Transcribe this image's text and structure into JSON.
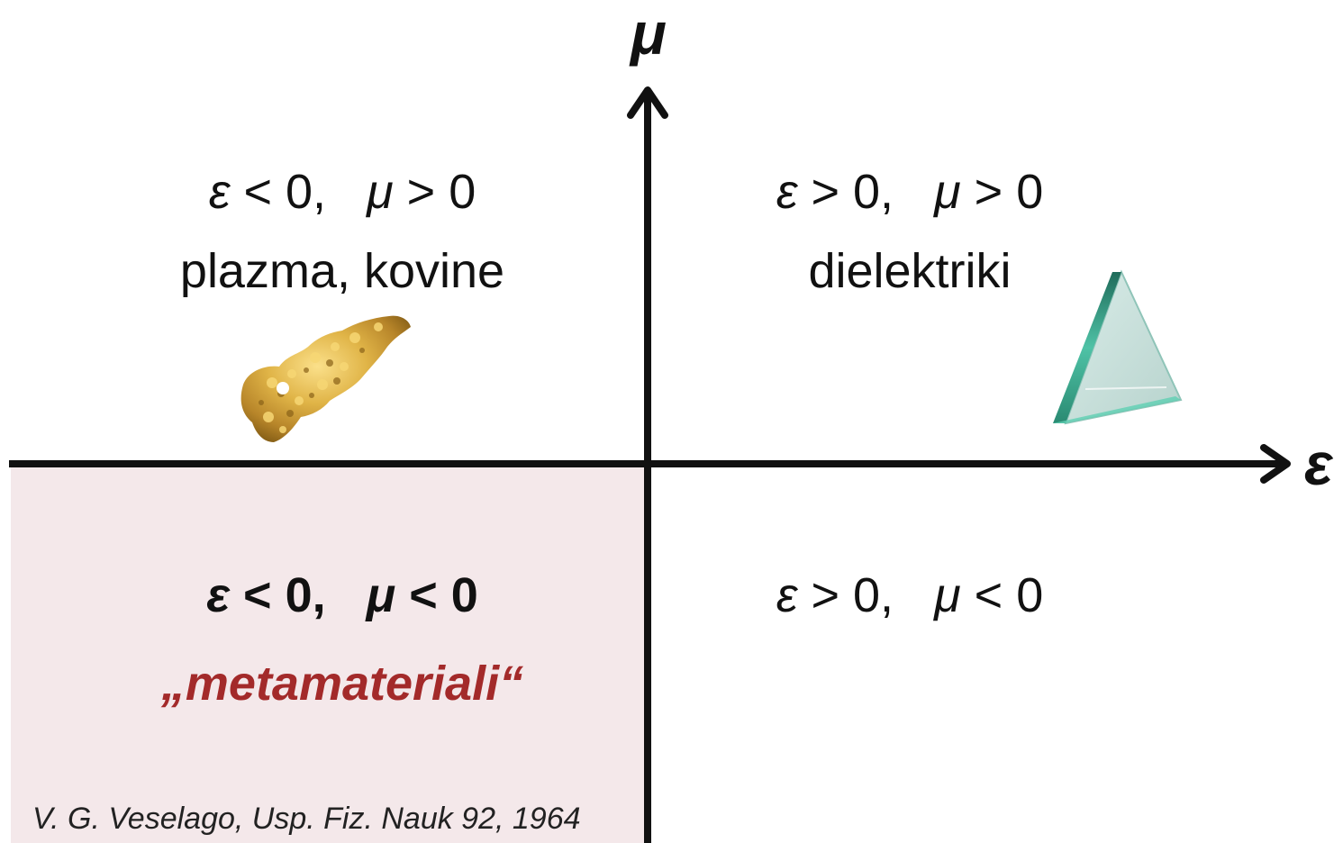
{
  "axes": {
    "y_label": "μ",
    "x_label": "ε"
  },
  "quadrants": {
    "top_left": {
      "condition_eps": "ε",
      "condition_mid": " < 0,   ",
      "condition_mu": "μ",
      "condition_end": " > 0",
      "name": "plazma, kovine",
      "illustration": "gold-nugget-icon"
    },
    "top_right": {
      "condition_eps": "ε",
      "condition_mid": " > 0,   ",
      "condition_mu": "μ",
      "condition_end": " > 0",
      "name": "dielektriki",
      "illustration": "glass-prism-icon"
    },
    "bottom_left": {
      "condition_eps": "ε",
      "condition_mid": " < 0,   ",
      "condition_mu": "μ",
      "condition_end": " < 0",
      "name": "„metamateriali“",
      "highlight_color": "#f4e8ea",
      "name_color": "#a32a2a"
    },
    "bottom_right": {
      "condition_eps": "ε",
      "condition_mid": " > 0,   ",
      "condition_mu": "μ",
      "condition_end": " < 0"
    }
  },
  "citation": "V. G. Veselago, Usp. Fiz. Nauk 92, 1964"
}
